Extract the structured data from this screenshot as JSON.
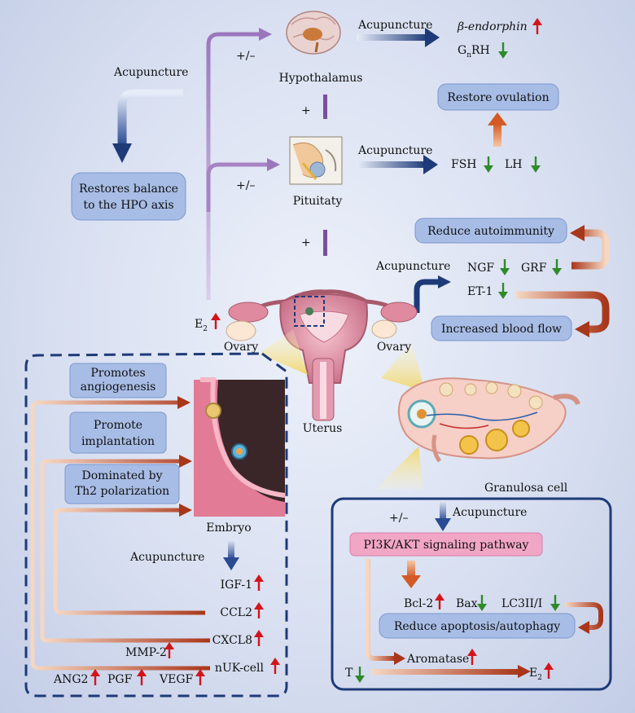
{
  "labels": {
    "acupuncture_left": "Acupuncture",
    "hpo_balance": "Restores balance\nto the HPO axis",
    "hypothalamus": "Hypothalamus",
    "pituitary": "Pituitaty",
    "plus_minus_top": "+/–",
    "plus_minus_mid": "+/–",
    "plus_hyp_pit": "+",
    "plus_pit_ovary": "+",
    "acupuncture_hyp": "Acupuncture",
    "beta_endorphin": "β-endorphin",
    "gnrh_g": "G",
    "gnrh_n": "n",
    "gnrh_rest": "RH",
    "restore_ovulation": "Restore ovulation",
    "acupuncture_pit": "Acupuncture",
    "fsh": "FSH",
    "lh": "LH",
    "reduce_autoimmunity": "Reduce autoimmunity",
    "acupuncture_ovary": "Acupuncture",
    "ngf": "NGF",
    "grf": "GRF",
    "et1": "ET-1",
    "increased_blood_flow": "Increased blood flow",
    "e2_top_e": "E",
    "e2_top_sub": "2",
    "ovary_left": "Ovary",
    "ovary_right": "Ovary",
    "uterus": "Uterus",
    "promotes_angiogenesis": "Promotes\nangiogenesis",
    "promote_implantation": "Promote\nimplantation",
    "th2": "Dominated by\nTh2 polarization",
    "embryo": "Embryo",
    "acupuncture_uterus": "Acupuncture",
    "igf1": "IGF-1",
    "ccl2": "CCL2",
    "cxcl8": "CXCL8",
    "mmp2": "MMP-2",
    "nuk_cell": "nUK-cell",
    "ang2": "ANG2",
    "pgf": "PGF",
    "vegf": "VEGF",
    "granulosa_cell": "Granulosa cell",
    "plus_minus_gran": "+/–",
    "acupuncture_gran": "Acupuncture",
    "pi3k": "PI3K/AKT signaling pathway",
    "bcl2": "Bcl-2",
    "bax": "Bax",
    "lc3": "LC3II/I",
    "reduce_apoptosis": "Reduce apoptosis/autophagy",
    "aromatase": "Aromatase",
    "t_label": "T",
    "e2_bottom_e": "E",
    "e2_bottom_sub": "2"
  },
  "icons": [
    "brain-illustration",
    "pituitary-illustration",
    "uterus-illustration",
    "embryo-endometrium-illustration",
    "ovary-follicles-illustration",
    "red-up-arrow",
    "green-down-arrow"
  ],
  "colors": {
    "up_arrow": "#d3141a",
    "down_arrow": "#2f8a2a",
    "box_fill": "#a8bde6",
    "pink_box": "#f2a6c6",
    "hpo_arrow": "#a783c4",
    "dark_blue": "#1e3a78"
  }
}
